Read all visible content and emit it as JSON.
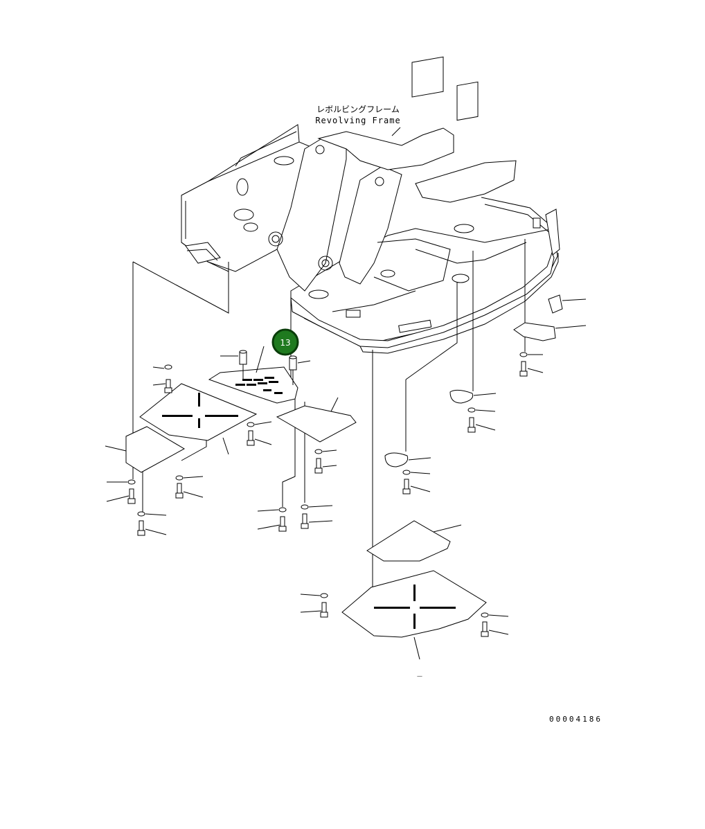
{
  "frame_label_jp": "レボルビングフレーム",
  "frame_label_en": "Revolving Frame",
  "callout": {
    "number": "13",
    "color": "#1f7a1f",
    "ring_color": "#0a3d0a"
  },
  "drawing_number": "00004186",
  "underscore_mark": "_"
}
